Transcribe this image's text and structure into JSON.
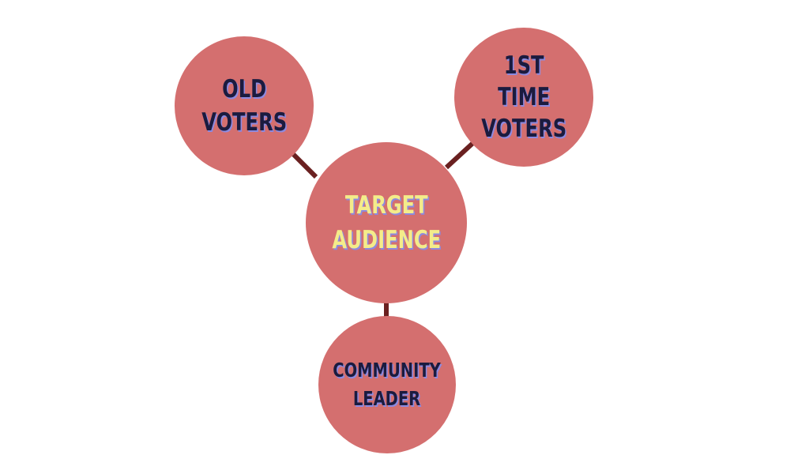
{
  "colors": {
    "background": "#ffffff",
    "node_fill": "#d46f6f",
    "connector": "#6a2020",
    "outer_text": "#1b1b3f",
    "center_text": "#f4ec8a",
    "text_shadow": "#8d8ae0"
  },
  "diagram": {
    "center": {
      "label": "TARGET\nAUDIENCE"
    },
    "nodes": [
      {
        "id": "old-voters",
        "label": "OLD\nVOTERS"
      },
      {
        "id": "first-time-voters",
        "label": "1ST\nTIME\nVOTERS"
      },
      {
        "id": "community-leader",
        "label": "COMMUNITY\nLEADER"
      }
    ],
    "edges": [
      {
        "from": "center",
        "to": "old-voters"
      },
      {
        "from": "center",
        "to": "first-time-voters"
      },
      {
        "from": "center",
        "to": "community-leader"
      }
    ]
  }
}
